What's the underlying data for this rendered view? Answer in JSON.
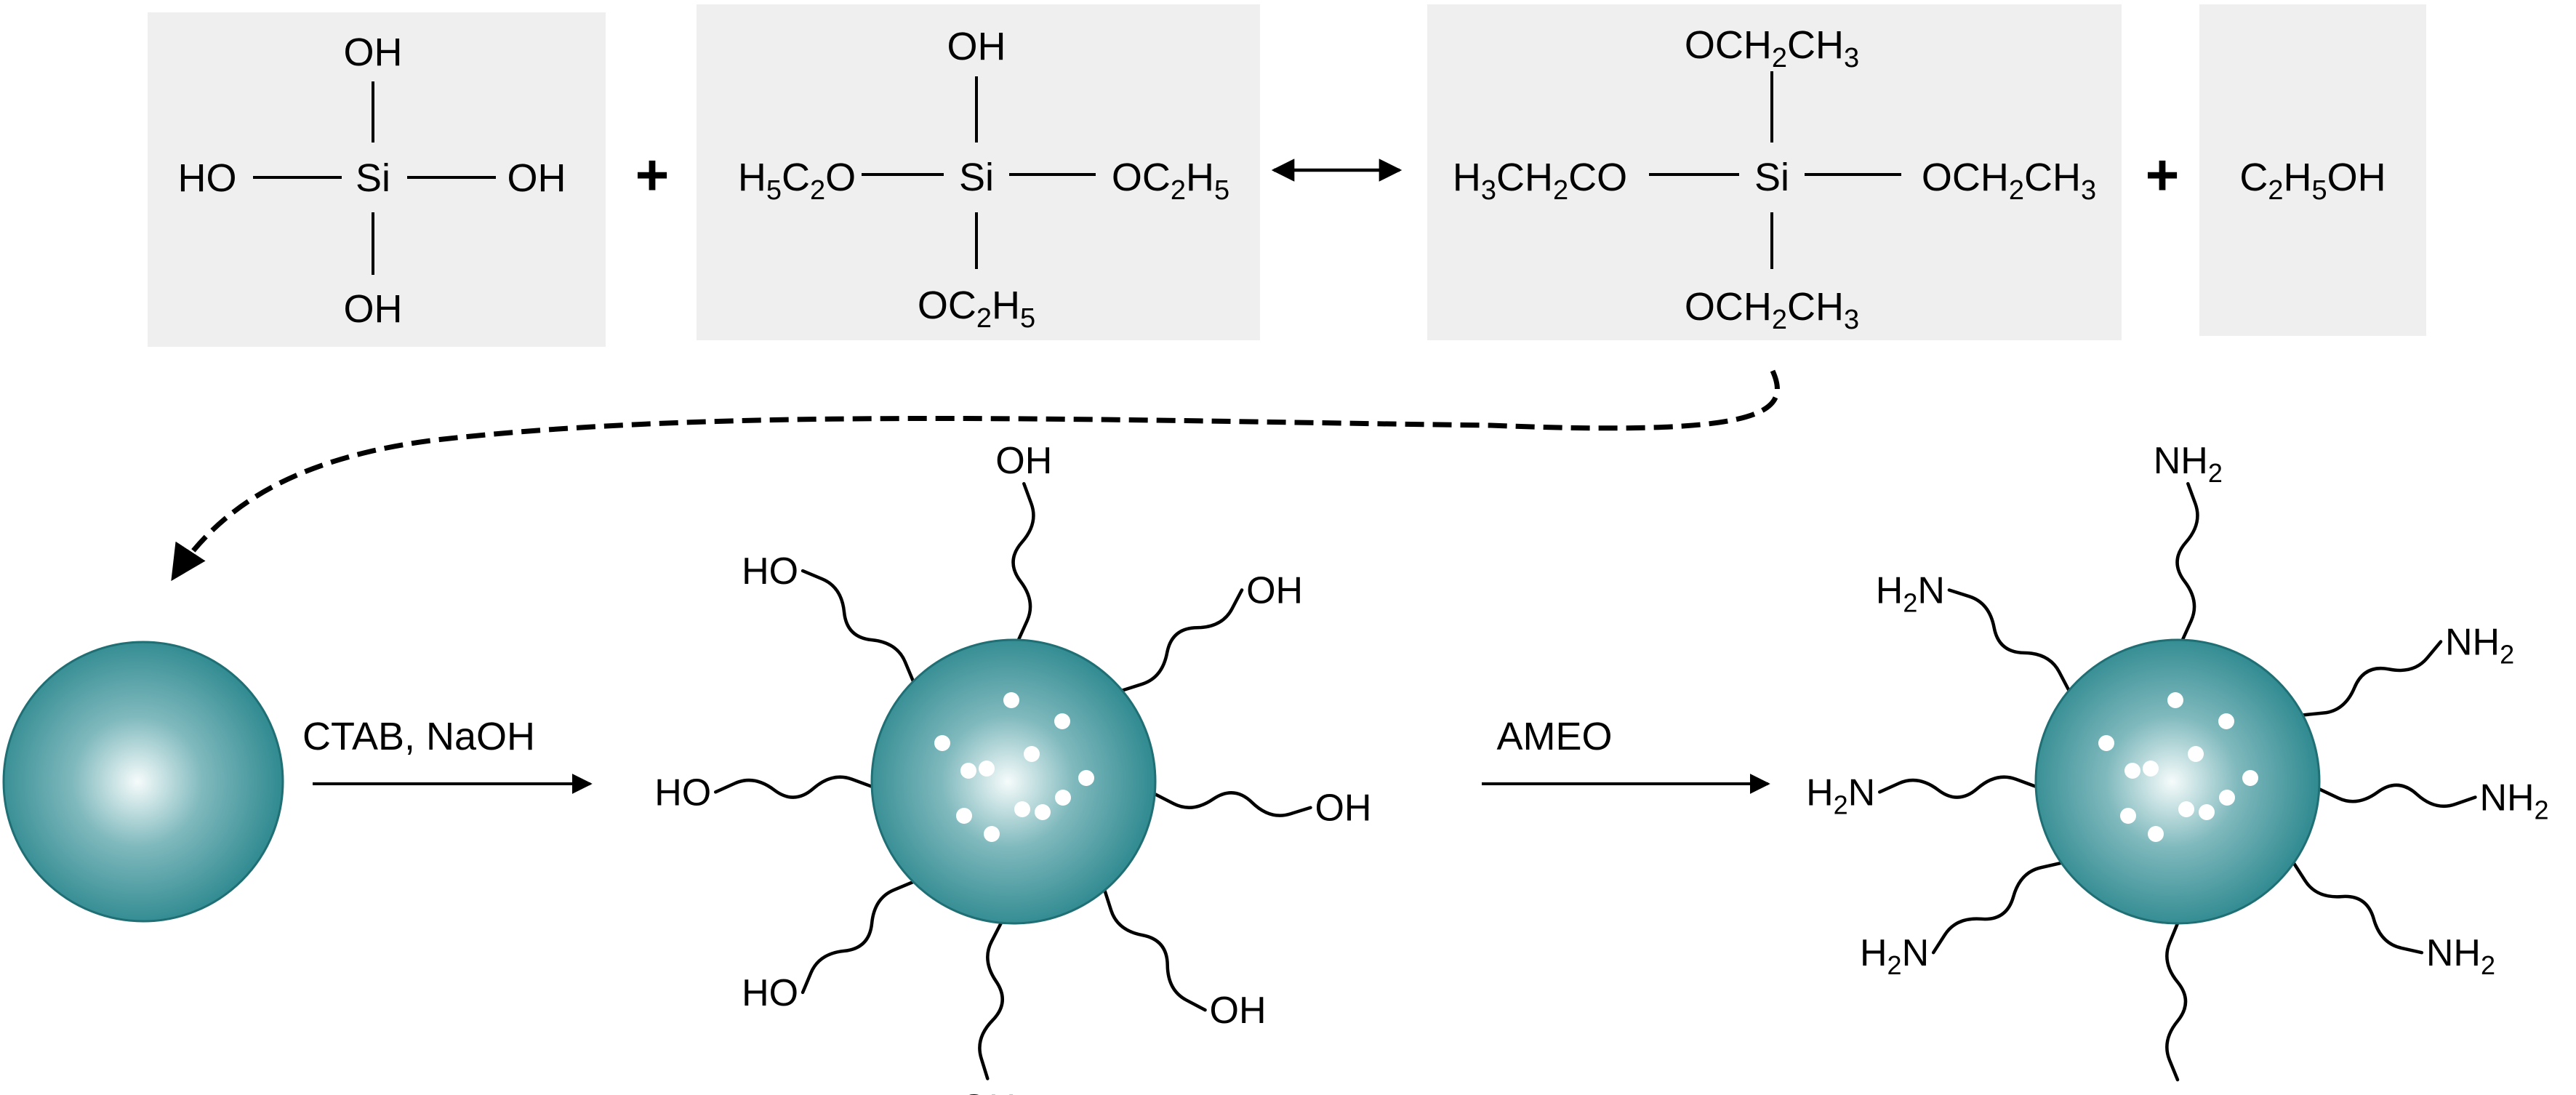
{
  "palette": {
    "box_fill": "#efefef",
    "sphere_center": "#f6fbfb",
    "sphere_mid": "#7fb9bd",
    "sphere_edge": "#2f8a90",
    "sphere_rim": "#1f6f74",
    "pore_color": "#ffffff",
    "line_color": "#000000"
  },
  "reaction": {
    "silicic_acid": {
      "center": "Si",
      "top": "OH",
      "left": "HO",
      "right": "OH",
      "bottom": "OH"
    },
    "plus_1": "+",
    "teos": {
      "center": "Si",
      "top": "OH",
      "left": {
        "a": "H",
        "b": "5",
        "c": "C",
        "d": "2",
        "e": "O"
      },
      "right": {
        "a": "OC",
        "b": "2",
        "c": "H",
        "d": "5"
      },
      "bottom": {
        "a": "OC",
        "b": "2",
        "c": "H",
        "d": "5"
      }
    },
    "equilibrium_arrow": "double-headed-arrow",
    "ethyl_silicate": {
      "center": "Si",
      "top": {
        "a": "OCH",
        "b": "2",
        "c": "CH",
        "d": "3"
      },
      "left": {
        "a": "H",
        "b": "3",
        "c": "CH",
        "d": "2",
        "e": "CO"
      },
      "right": {
        "a": "OCH",
        "b": "2",
        "c": "CH",
        "d": "3"
      },
      "bottom": {
        "a": "OCH",
        "b": "2",
        "c": "CH",
        "d": "3"
      }
    },
    "plus_2": "+",
    "ethanol": {
      "a": "C",
      "b": "2",
      "c": "H",
      "d": "5",
      "e": "OH"
    }
  },
  "synthesis": {
    "step1_label": "CTAB, NaOH",
    "step2_label": "AMEO",
    "hydroxyl_label": "OH",
    "hydroxyl_label_rev": "HO",
    "amine": {
      "a": "NH",
      "b": "2"
    },
    "amine_rev": {
      "a": "H",
      "b": "2",
      "c": "N"
    },
    "pore_count": 12
  },
  "icons": {
    "plain_particle": "silica-sphere-icon",
    "hydroxylated_particle": "mesoporous-silica-oh-icon",
    "aminated_particle": "mesoporous-silica-nh2-icon",
    "dashed_curve": "dashed-curved-arrow-icon"
  }
}
